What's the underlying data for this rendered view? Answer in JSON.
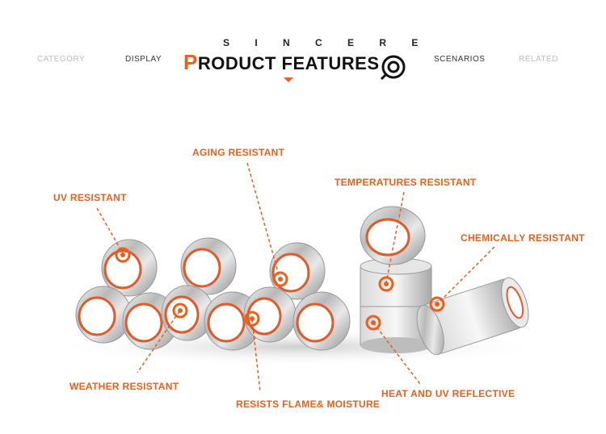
{
  "header": {
    "brand": "S I N C E R E",
    "title_first_letter": "P",
    "title_rest": "RODUCT FEATURES",
    "nav": {
      "category": "CATEGORY",
      "display": "DISPLAY",
      "scenarios": "SCENARIOS",
      "related": "RELATED"
    }
  },
  "features": {
    "uv": "UV RESISTANT",
    "aging": "AGING RESISTANT",
    "temperatures": "TEMPERATURES RESISTANT",
    "chemical": "CHEMICALLY RESISTANT",
    "weather": "WEATHER RESISTANT",
    "flame": "RESISTS FLAME& MOISTURE",
    "heat": "HEAT AND UV REFLECTIVE"
  },
  "colors": {
    "accent": "#e8601c",
    "text": "#222222",
    "muted": "#bdbdbd"
  }
}
